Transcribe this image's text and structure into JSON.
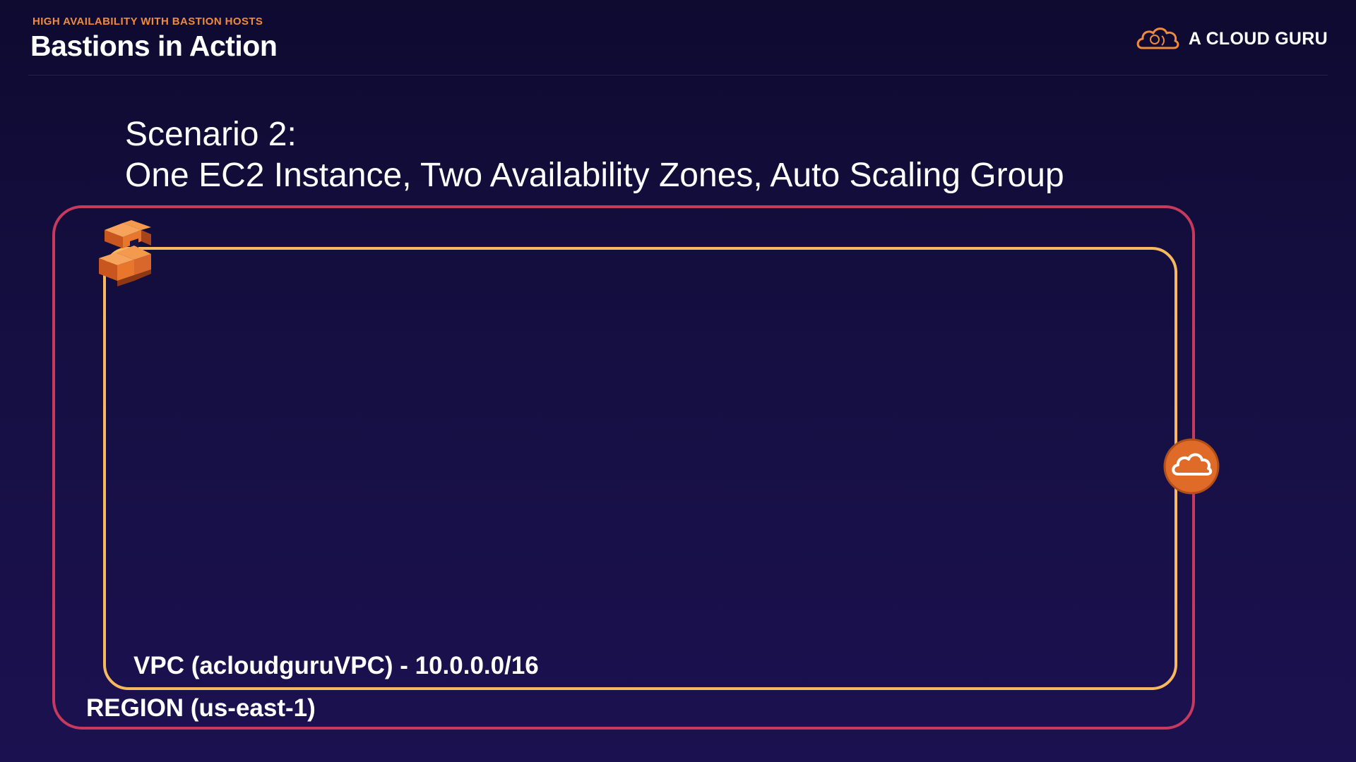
{
  "header": {
    "eyebrow": "HIGH AVAILABILITY WITH BASTION HOSTS",
    "title": "Bastions in Action",
    "brand_name": "A CLOUD GURU"
  },
  "slide": {
    "scenario_line1": "Scenario 2:",
    "scenario_line2": "One EC2 Instance, Two Availability Zones, Auto Scaling Group"
  },
  "diagram": {
    "vpc_label": "VPC (acloudguruVPC) - 10.0.0.0/16",
    "region_label": "REGION (us-east-1)",
    "icons": [
      "brand-cloud-icon",
      "vpc-icon",
      "internet-gateway-icon"
    ]
  },
  "colors": {
    "accent_orange": "#f08a3c",
    "region_border": "#c8395e",
    "vpc_border": "#f7b95f",
    "background_top": "#0e0a30",
    "background_bottom": "#1c1150"
  }
}
